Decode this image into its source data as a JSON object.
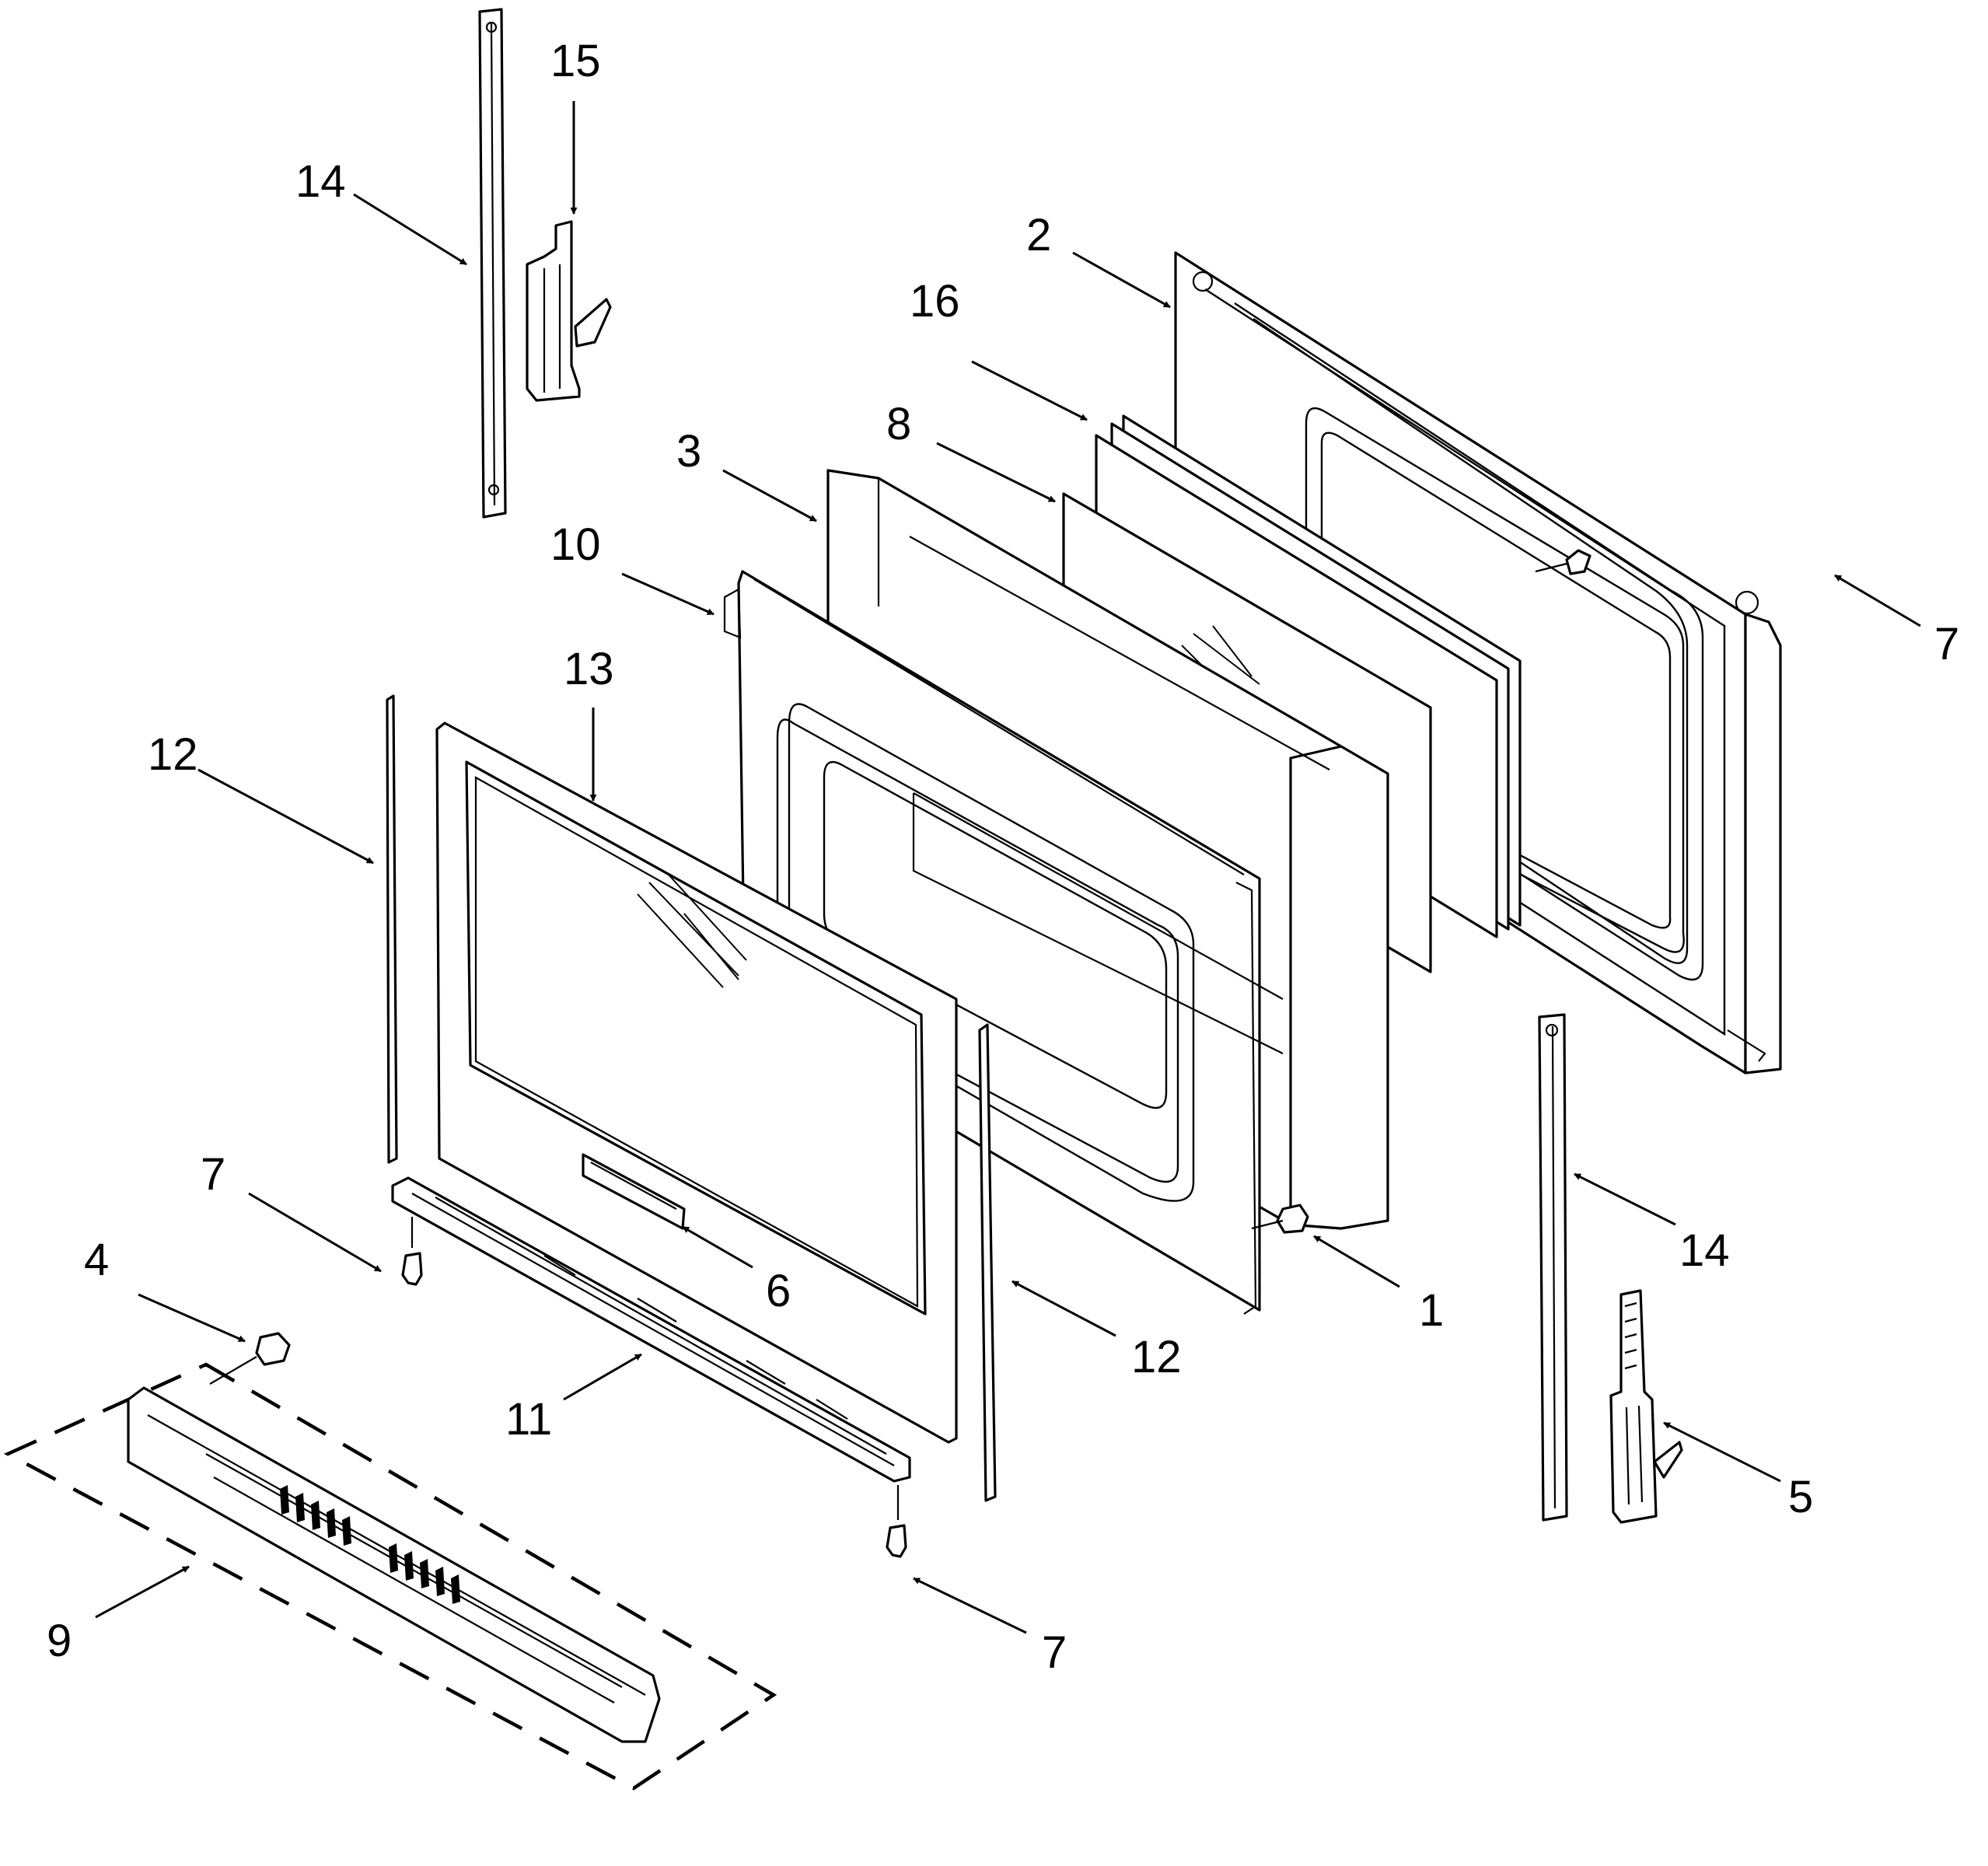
{
  "callouts": [
    {
      "id": "c15",
      "label": "15"
    },
    {
      "id": "c14a",
      "label": "14"
    },
    {
      "id": "c2",
      "label": "2"
    },
    {
      "id": "c16",
      "label": "16"
    },
    {
      "id": "c8",
      "label": "8"
    },
    {
      "id": "c3",
      "label": "3"
    },
    {
      "id": "c10",
      "label": "10"
    },
    {
      "id": "c7a",
      "label": "7"
    },
    {
      "id": "c13",
      "label": "13"
    },
    {
      "id": "c12a",
      "label": "12"
    },
    {
      "id": "c7b",
      "label": "7"
    },
    {
      "id": "c4",
      "label": "4"
    },
    {
      "id": "c6",
      "label": "6"
    },
    {
      "id": "c14b",
      "label": "14"
    },
    {
      "id": "c1",
      "label": "1"
    },
    {
      "id": "c12b",
      "label": "12"
    },
    {
      "id": "c11",
      "label": "11"
    },
    {
      "id": "c5",
      "label": "5"
    },
    {
      "id": "c9",
      "label": "9"
    },
    {
      "id": "c7c",
      "label": "7"
    }
  ],
  "colors": {
    "line": "#000000",
    "background": "#ffffff"
  }
}
